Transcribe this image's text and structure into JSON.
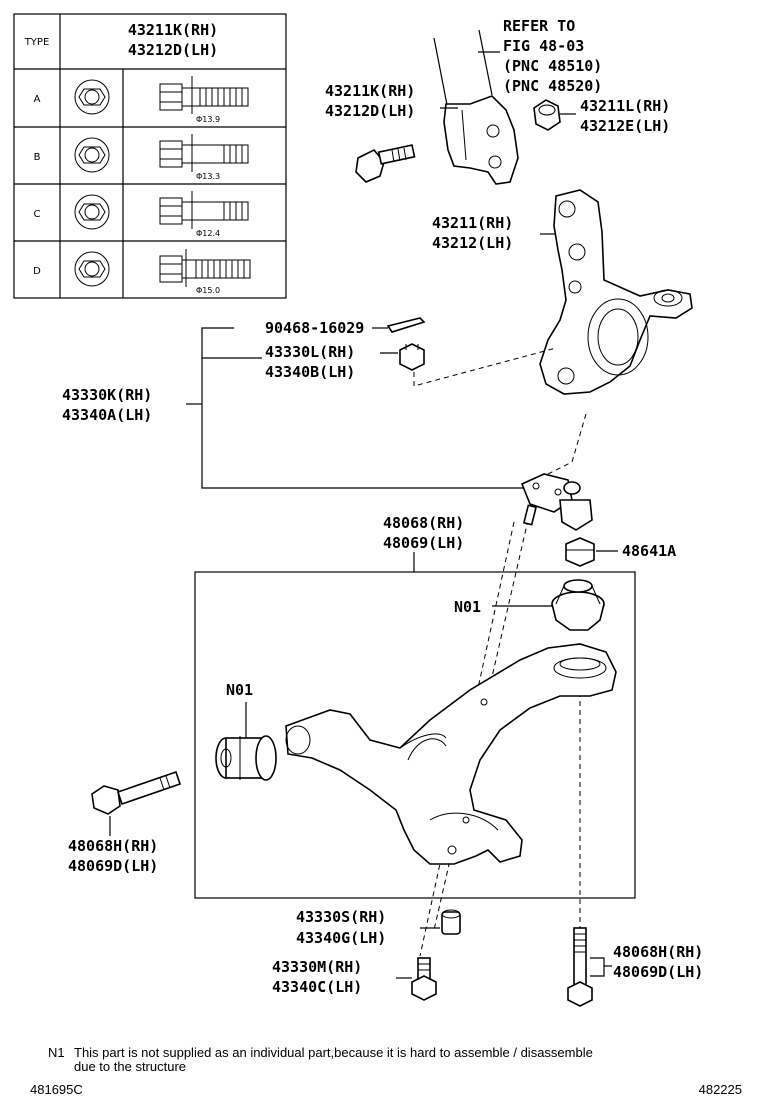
{
  "table": {
    "header_type": "TYPE",
    "header_part_rh": "43211K(RH)",
    "header_part_lh": "43212D(LH)",
    "rows": [
      {
        "type": "A",
        "dia": "Φ13.9"
      },
      {
        "type": "B",
        "dia": "Φ13.3"
      },
      {
        "type": "C",
        "dia": "Φ12.4"
      },
      {
        "type": "D",
        "dia": "Φ15.0"
      }
    ]
  },
  "refer": {
    "line1": "REFER TO",
    "line2": "FIG 48-03",
    "line3": "(PNC 48510)",
    "line4": "(PNC 48520)"
  },
  "labels": {
    "bolt_rh": "43211K(RH)",
    "bolt_lh": "43212D(LH)",
    "nut_rh": "43211L(RH)",
    "nut_lh": "43212E(LH)",
    "knuckle_rh": "43211(RH)",
    "knuckle_lh": "43212(LH)",
    "pin": "90468-16029",
    "castle_rh": "43330L(RH)",
    "castle_lh": "43340B(LH)",
    "balljoint_rh": "43330K(RH)",
    "balljoint_lh": "43340A(LH)",
    "arm_rh": "48068(RH)",
    "arm_lh": "48069(LH)",
    "nut_48641": "48641A",
    "n01_a": "N01",
    "n01_b": "N01",
    "arm_bolt_rh": "48068H(RH)",
    "arm_bolt_lh": "48069D(LH)",
    "lower_nut_rh": "43330S(RH)",
    "lower_nut_lh": "43340G(LH)",
    "lower_bolt_rh": "43330M(RH)",
    "lower_bolt_lh": "43340C(LH)",
    "rear_bolt_rh": "48068H(RH)",
    "rear_bolt_lh": "48069D(LH)"
  },
  "footer": {
    "note_key": "N1",
    "note_line1": "This part is not supplied as an individual part,because it is hard to assemble / disassemble",
    "note_line2": "due to the structure",
    "code_left": "481695C",
    "code_right": "482225"
  }
}
